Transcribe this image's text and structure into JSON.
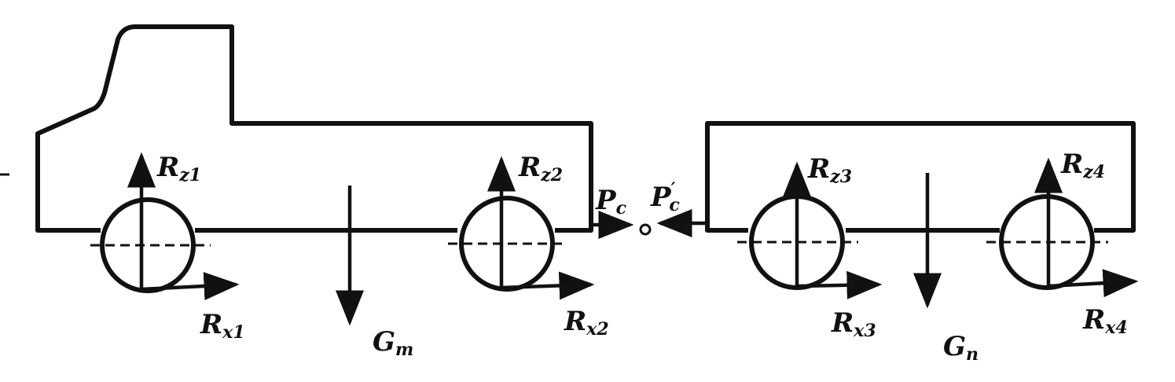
{
  "labels": {
    "rz1": {
      "main": "R",
      "sub": "z1"
    },
    "rz2": {
      "main": "R",
      "sub": "z2"
    },
    "rz3": {
      "main": "R",
      "sub": "z3"
    },
    "rz4": {
      "main": "R",
      "sub": "z4"
    },
    "rx1": {
      "main": "R",
      "sub": "x1"
    },
    "rx2": {
      "main": "R",
      "sub": "x2"
    },
    "rx3": {
      "main": "R",
      "sub": "x3"
    },
    "rx4": {
      "main": "R",
      "sub": "x4"
    },
    "gt": {
      "main": "G",
      "sub": "т"
    },
    "gp": {
      "main": "G",
      "sub": "п"
    },
    "pc": {
      "main": "P",
      "sub": "c"
    },
    "pc_prime": {
      "main": "P",
      "sub": "c",
      "prime": "′"
    }
  },
  "colors": {
    "ink": "#111111",
    "background": "#ffffff"
  }
}
